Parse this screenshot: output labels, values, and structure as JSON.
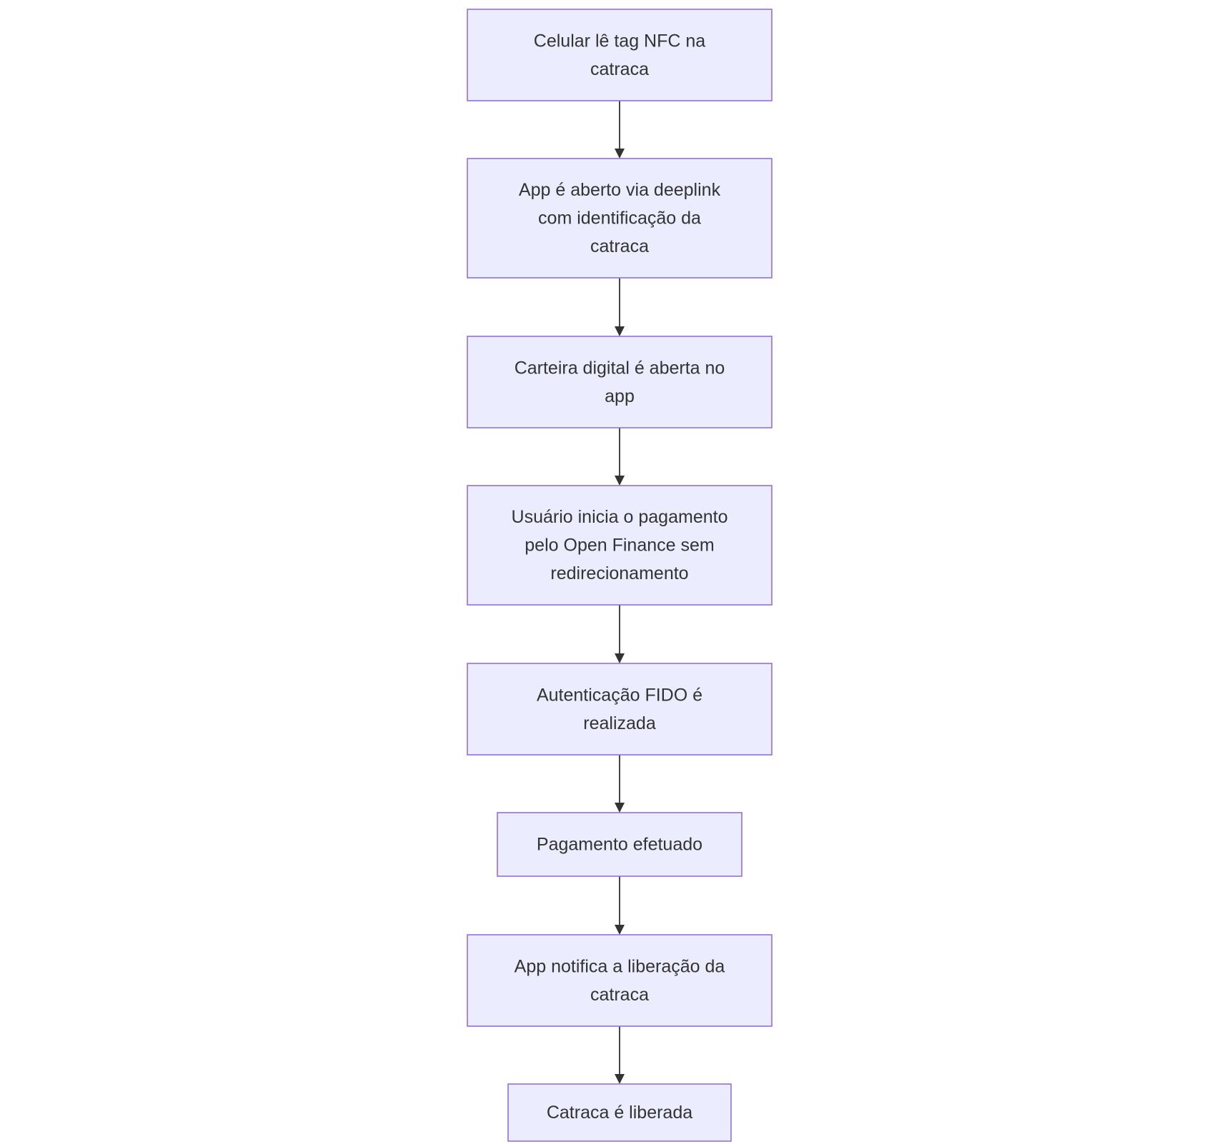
{
  "nodes": [
    {
      "id": "n1",
      "lines": [
        "Celular lê tag NFC na",
        "catraca"
      ]
    },
    {
      "id": "n2",
      "lines": [
        "App é aberto via deeplink",
        "com identificação da",
        "catraca"
      ]
    },
    {
      "id": "n3",
      "lines": [
        "Carteira digital é aberta no",
        "app"
      ]
    },
    {
      "id": "n4",
      "lines": [
        "Usuário inicia o pagamento",
        "pelo Open Finance sem",
        "redirecionamento"
      ]
    },
    {
      "id": "n5",
      "lines": [
        "Autenticação FIDO é",
        "realizada"
      ]
    },
    {
      "id": "n6",
      "lines": [
        "Pagamento efetuado"
      ]
    },
    {
      "id": "n7",
      "lines": [
        "App notifica a liberação da",
        "catraca"
      ]
    },
    {
      "id": "n8",
      "lines": [
        "Catraca é liberada"
      ]
    }
  ],
  "edges": [
    {
      "from": "n1",
      "to": "n2"
    },
    {
      "from": "n2",
      "to": "n3"
    },
    {
      "from": "n3",
      "to": "n4"
    },
    {
      "from": "n4",
      "to": "n5"
    },
    {
      "from": "n5",
      "to": "n6"
    },
    {
      "from": "n6",
      "to": "n7"
    },
    {
      "from": "n7",
      "to": "n8"
    }
  ],
  "colors": {
    "node_fill": "#ececff",
    "node_border": "#9370db",
    "text": "#333333",
    "edge": "#333333"
  }
}
